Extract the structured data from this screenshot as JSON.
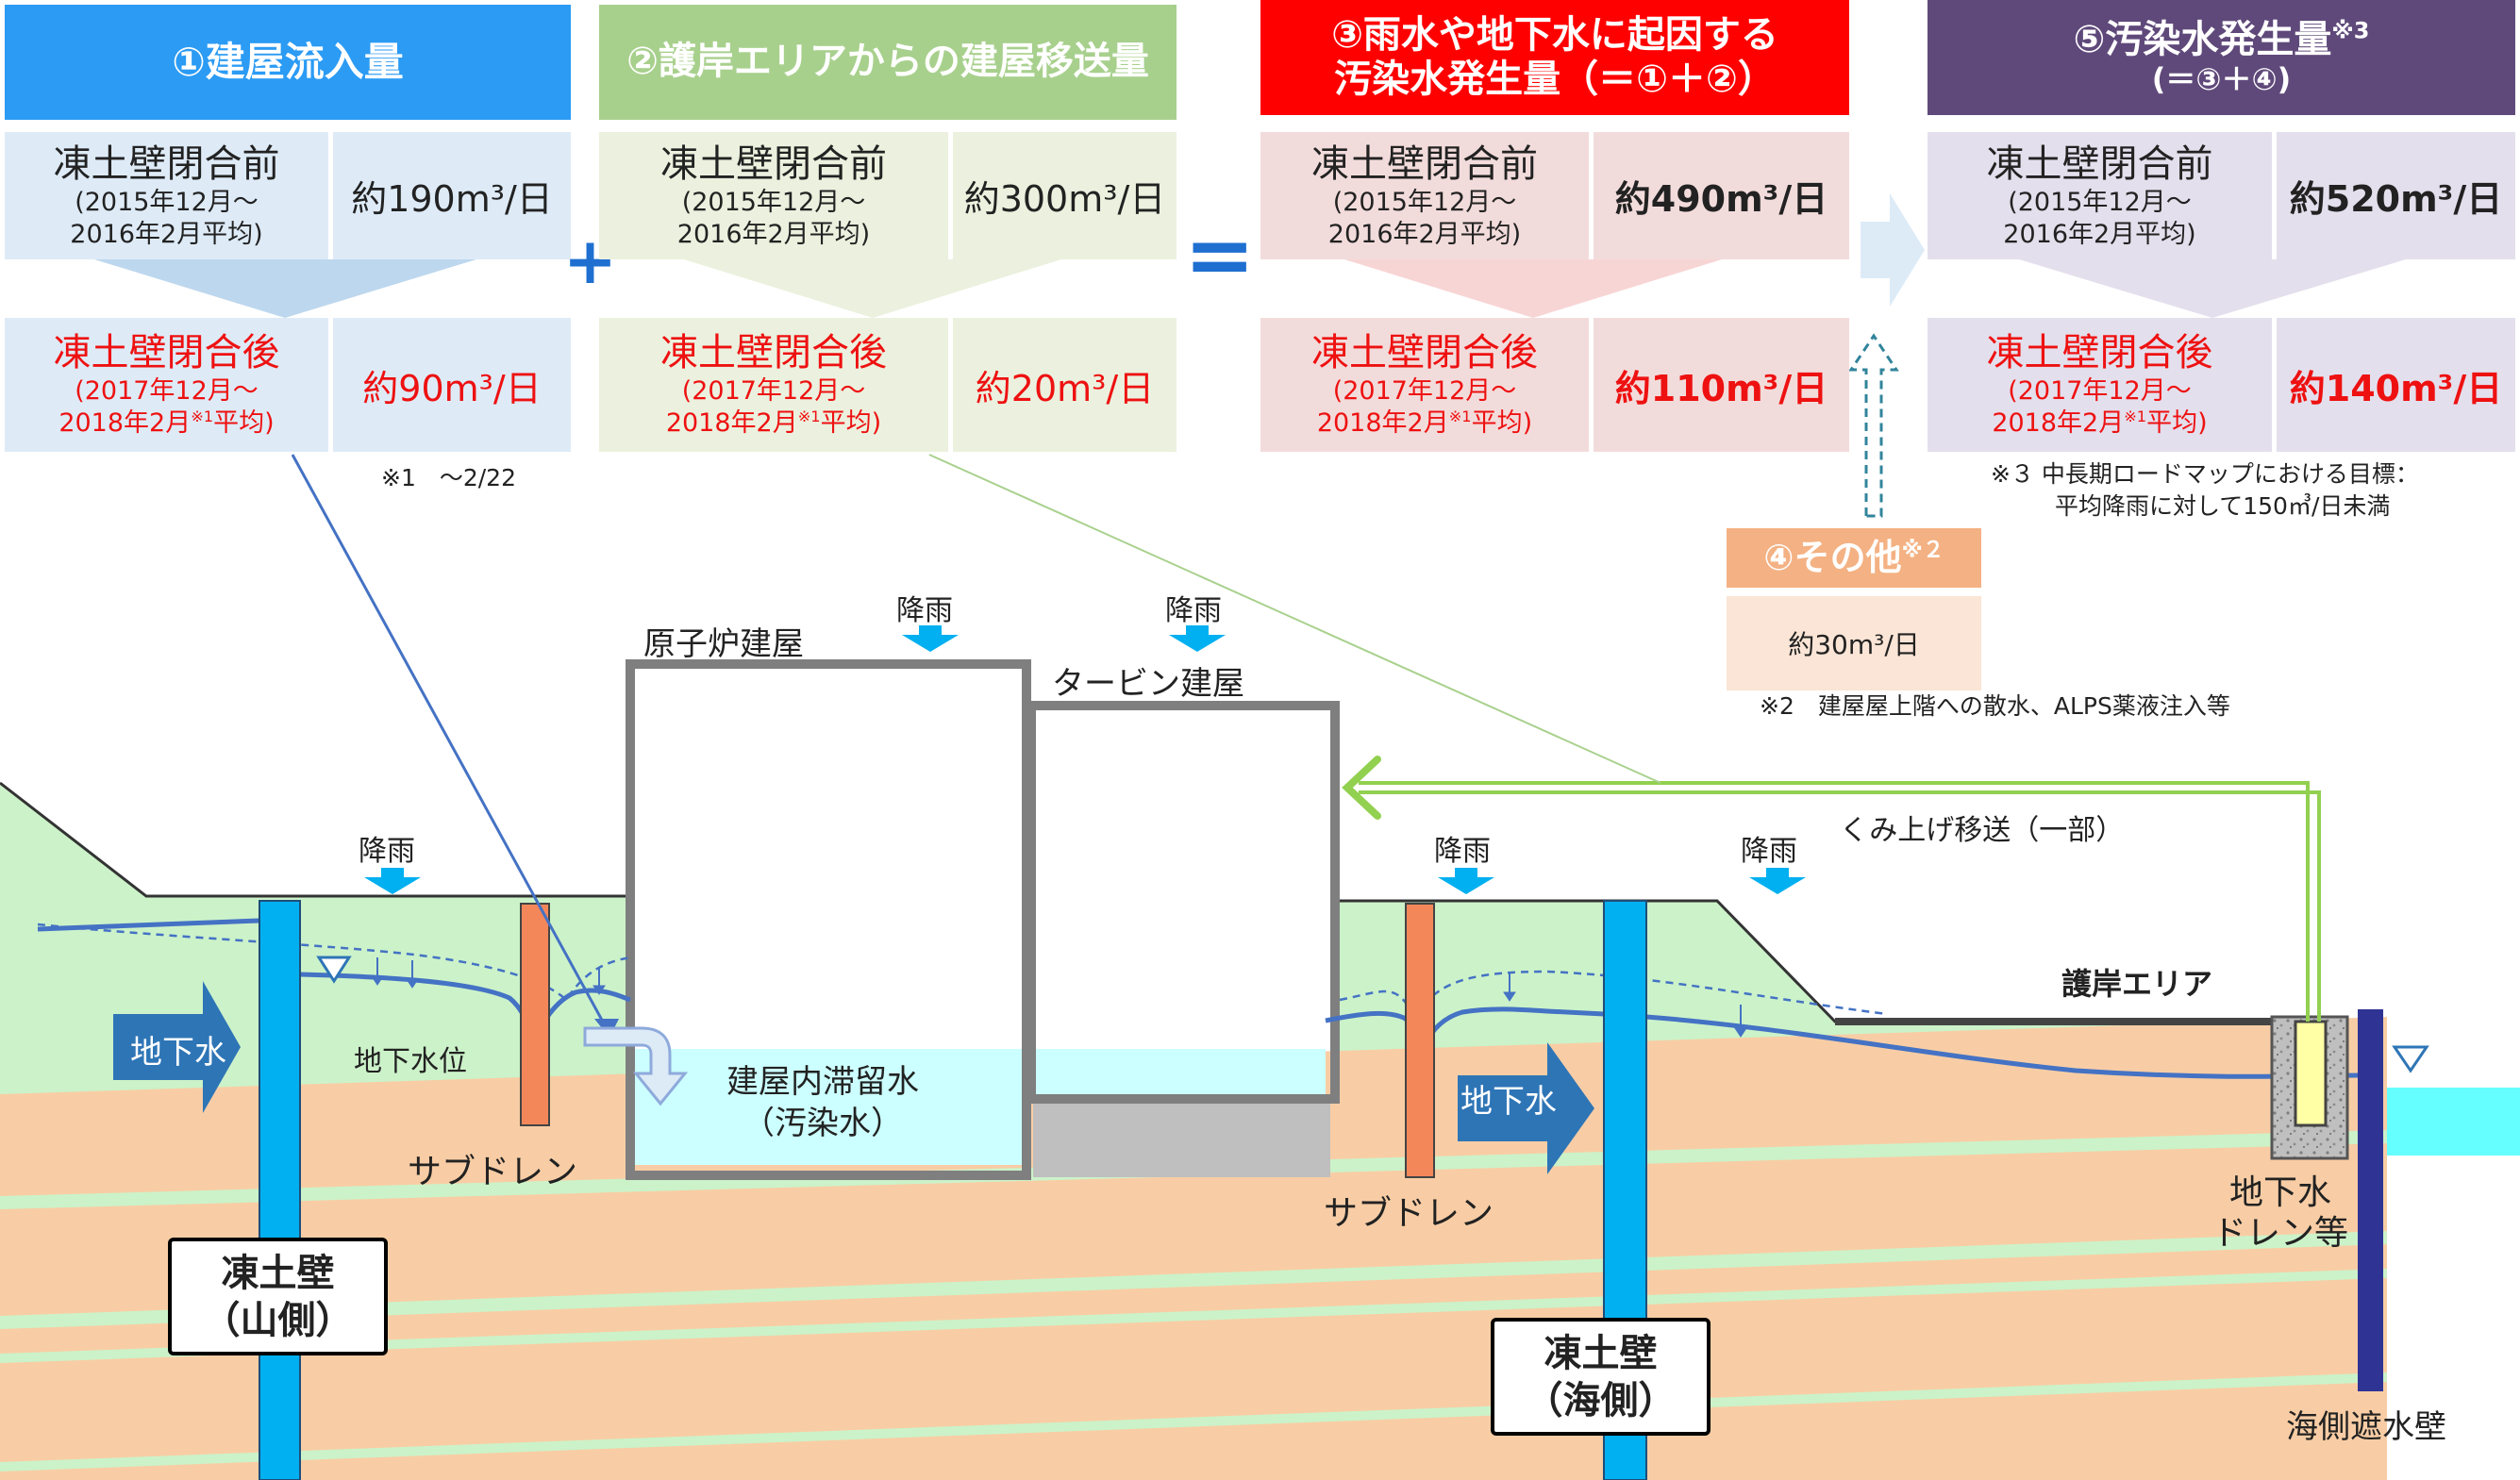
{
  "header_boxes": {
    "box1": {
      "title": "①建屋流入量",
      "before_label": "凍土壁閉合前",
      "before_period_1": "(2015年12月～",
      "before_period_2": "2016年2月平均)",
      "before_value": "約190m³/日",
      "after_label": "凍土壁閉合後",
      "after_period_1": "(2017年12月～",
      "after_period_2_pre": "2018年2月",
      "after_period_2_note": "※1",
      "after_period_2_post": "平均)",
      "after_value": "約90m³/日"
    },
    "box2": {
      "title": "②護岸エリアからの建屋移送量",
      "before_label": "凍土壁閉合前",
      "before_period_1": "(2015年12月～",
      "before_period_2": "2016年2月平均)",
      "before_value": "約300m³/日",
      "after_label": "凍土壁閉合後",
      "after_period_1": "(2017年12月～",
      "after_period_2_pre": "2018年2月",
      "after_period_2_note": "※1",
      "after_period_2_post": "平均)",
      "after_value": "約20m³/日"
    },
    "box3": {
      "title_line1": "③雨水や地下水に起因する",
      "title_line2": "汚染水発生量（＝①＋②）",
      "before_label": "凍土壁閉合前",
      "before_period_1": "(2015年12月～",
      "before_period_2": "2016年2月平均)",
      "before_value": "約490m³/日",
      "after_label": "凍土壁閉合後",
      "after_period_1": "(2017年12月～",
      "after_period_2_pre": "2018年2月",
      "after_period_2_note": "※1",
      "after_period_2_post": "平均)",
      "after_value": "約110m³/日"
    },
    "box4": {
      "title": "④その他",
      "title_note": "※２",
      "value": "約30m³/日"
    },
    "box5": {
      "title": "⑤汚染水発生量",
      "title_note": "※3",
      "subtitle": "(＝③＋④)",
      "before_label": "凍土壁閉合前",
      "before_period_1": "(2015年12月～",
      "before_period_2": "2016年2月平均)",
      "before_value": "約520m³/日",
      "after_label": "凍土壁閉合後",
      "after_period_1": "(2017年12月～",
      "after_period_2_pre": "2018年2月",
      "after_period_2_note": "※1",
      "after_period_2_post": "平均)",
      "after_value": "約140m³/日"
    }
  },
  "operators": {
    "plus": "+",
    "equals": "="
  },
  "notes": {
    "note1": "※1　～2/22",
    "note2": "※2　建屋屋上階への散水、ALPS薬液注入等",
    "note3_line1": "※３ 中長期ロードマップにおける目標：",
    "note3_line2": "平均降雨に対して150㎥/日未満"
  },
  "diagram_labels": {
    "rain": "降雨",
    "reactor_building": "原子炉建屋",
    "turbine_building": "タービン建屋",
    "stagnant_water_1": "建屋内滞留水",
    "stagnant_water_2": "（汚染水）",
    "groundwater": "地下水",
    "groundwater_level": "地下水位",
    "subdrain": "サブドレン",
    "pumping_transfer": "くみ上げ移送（一部）",
    "seawall_area": "護岸エリア",
    "groundwater_drain_1": "地下水",
    "groundwater_drain_2": "ドレン等",
    "seaside_impermeable_wall": "海側遮水壁",
    "frozen_wall_mountain_1": "凍土壁",
    "frozen_wall_mountain_2": "（山側）",
    "frozen_wall_sea_1": "凍土壁",
    "frozen_wall_sea_2": "（海側）"
  },
  "colors": {
    "box1_header": "#2b9bf4",
    "box2_header": "#a8d08d",
    "box3_header": "#ff0000",
    "box4_header": "#f4b183",
    "box5_header": "#5f497a",
    "frozen_wall": "#00b0f0",
    "subdrain": "#f4875a",
    "groundwater_arrow": "#2e75b6",
    "rain_arrow": "#00b0f0",
    "transfer_line": "#8fd14f"
  }
}
